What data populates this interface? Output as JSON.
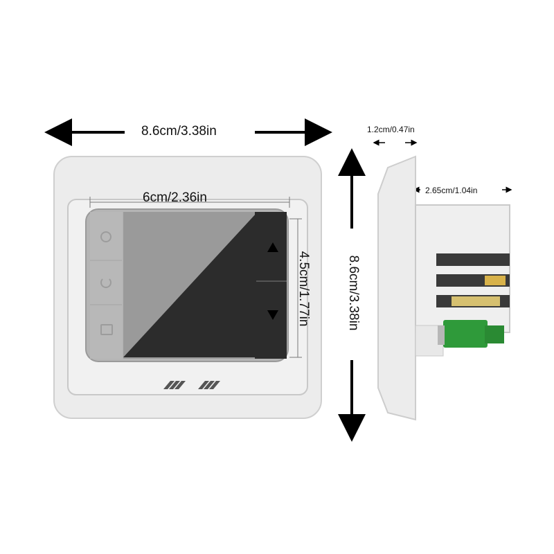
{
  "dimensions": {
    "front_width": "8.6cm/3.38in",
    "screen_width": "6cm/2.36in",
    "screen_height": "4.5cm/1.77in",
    "front_height": "8.6cm/3.38in",
    "side_depth_front": "1.2cm/0.47in",
    "side_depth_body": "2.65cm/1.04in"
  },
  "icons": {
    "up": "triangle-up-icon",
    "down": "triangle-down-icon",
    "left_column": [
      "clock-icon",
      "power-icon",
      "book-icon"
    ],
    "logo": "double-chevron-logo"
  },
  "colors": {
    "case": "#ebebeb",
    "screen_light": "#9a9a9a",
    "screen_dark": "#2c2c2c",
    "connector": "#2f9a3a",
    "background": "#ffffff"
  }
}
